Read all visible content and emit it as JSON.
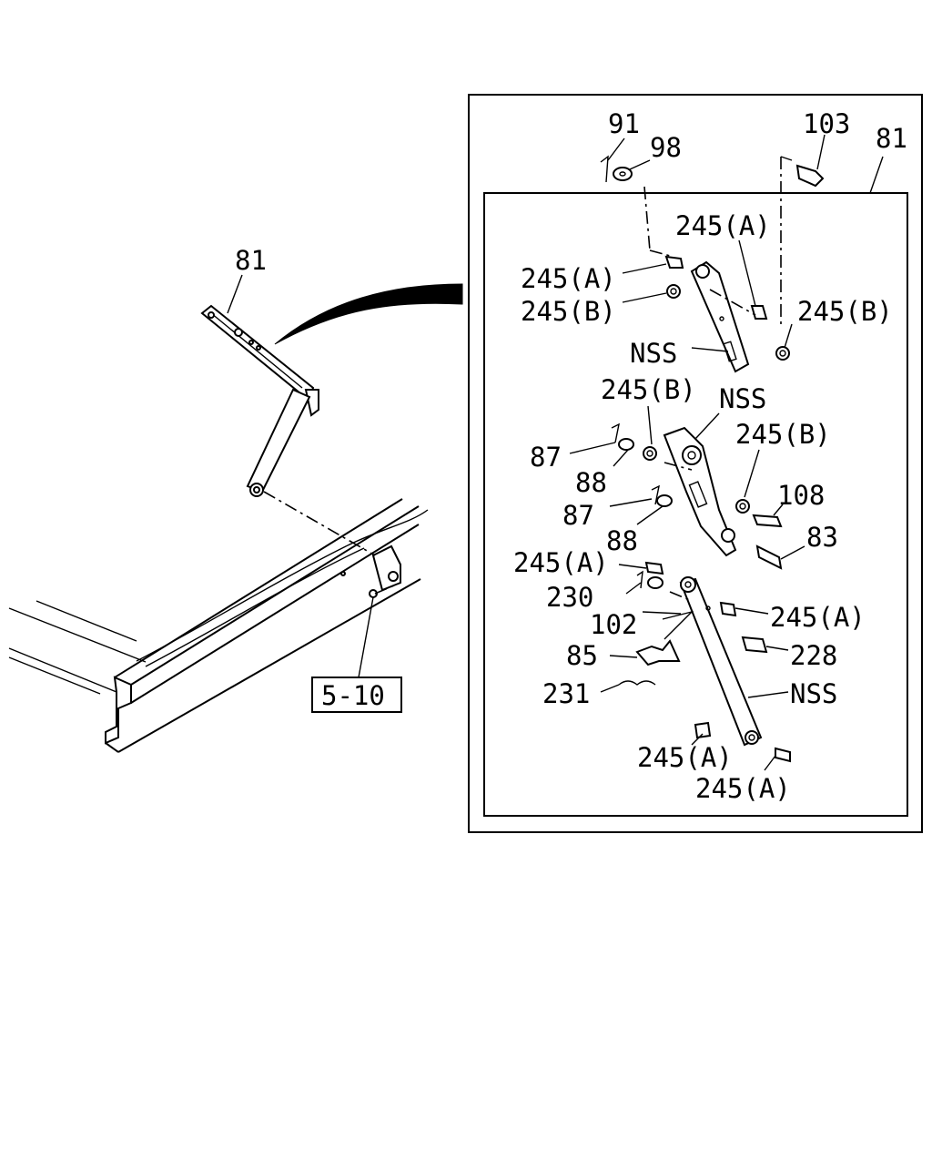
{
  "left_view": {
    "label_81": "81",
    "reference_box": "5-10"
  },
  "detail_view": {
    "labels": {
      "p91": "91",
      "p98": "98",
      "p103": "103",
      "p81": "81",
      "p245a_1": "245(A)",
      "p245a_2": "245(A)",
      "p245b_1": "245(B)",
      "p245b_2": "245(B)",
      "nss_1": "NSS",
      "p245b_3": "245(B)",
      "nss_2": "NSS",
      "p245b_4": "245(B)",
      "p87_1": "87",
      "p88_1": "88",
      "p108": "108",
      "p87_2": "87",
      "p88_2": "88",
      "p83": "83",
      "p245a_3": "245(A)",
      "p230": "230",
      "p245a_4": "245(A)",
      "p102": "102",
      "p85": "85",
      "p228": "228",
      "p231": "231",
      "nss_3": "NSS",
      "p245a_5": "245(A)",
      "p245a_6": "245(A)"
    }
  }
}
